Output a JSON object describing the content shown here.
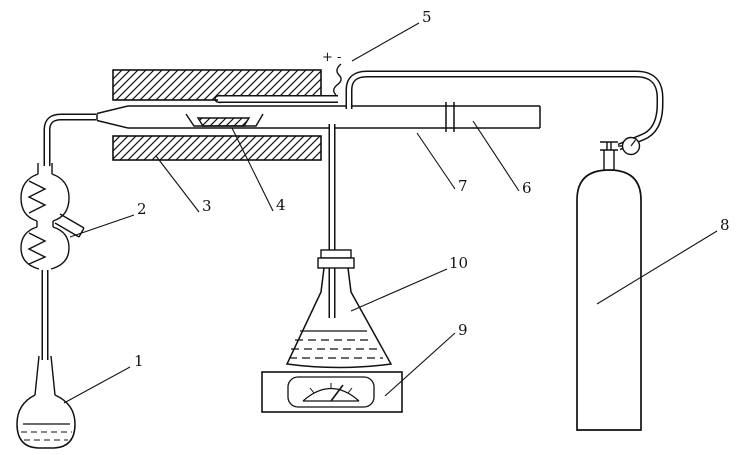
{
  "figure": {
    "background_color": "#ffffff",
    "line_color": "#111111",
    "labels": {
      "1": "1",
      "2": "2",
      "3": "3",
      "4": "4",
      "5": "5",
      "6": "6",
      "7": "7",
      "8": "8",
      "9": "9",
      "10": "10",
      "polarity": "+ -"
    },
    "components": {
      "1": "receiving-flask",
      "2": "coil-trap",
      "3": "tube-furnace",
      "4": "sample-boat",
      "5": "power-lead-polarity",
      "6": "ground-joint",
      "7": "delivery-tube",
      "8": "gas-cylinder",
      "9": "meter-unit",
      "10": "erlenmeyer-flask"
    }
  }
}
